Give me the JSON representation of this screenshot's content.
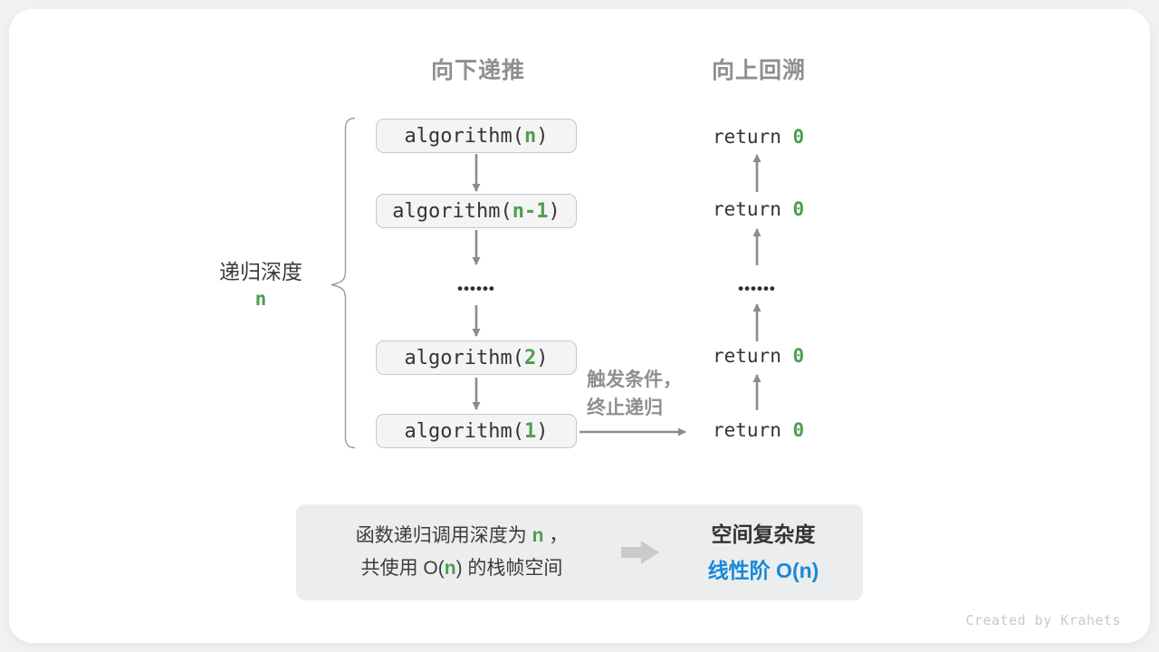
{
  "colors": {
    "green": "#4d9e50",
    "blue": "#1789d8",
    "gray_heading": "#8f8f8f",
    "dark_text": "#3c3c3c",
    "arrow_gray": "#8c8c8c"
  },
  "headers": {
    "recurse_down": "向下递推",
    "backtrack_up": "向上回溯"
  },
  "depth_label": {
    "text": "递归深度",
    "value": "n"
  },
  "call_stack": {
    "boxes": [
      {
        "pre": "algorithm(",
        "arg": "n",
        "post": ")"
      },
      {
        "pre": "algorithm(",
        "arg": "n-1",
        "post": ")"
      },
      {
        "pre": "algorithm(",
        "arg": "2",
        "post": ")"
      },
      {
        "pre": "algorithm(",
        "arg": "1",
        "post": ")"
      }
    ],
    "dots": "••••••"
  },
  "returns": {
    "items": [
      {
        "pre": "return ",
        "value": "0"
      },
      {
        "pre": "return ",
        "value": "0"
      },
      {
        "pre": "return ",
        "value": "0"
      },
      {
        "pre": "return ",
        "value": "0"
      }
    ],
    "dots": "••••••"
  },
  "termination_note": {
    "line1": "触发条件，",
    "line2": "终止递归"
  },
  "summary": {
    "line1_pre": "函数递归调用深度为 ",
    "line1_arg": "n",
    "line1_post": " ，",
    "line2_pre": "共使用 O(",
    "line2_arg": "n",
    "line2_post": ") 的栈帧空间",
    "result_title": "空间复杂度",
    "result_value": "线性阶 O(n)"
  },
  "watermark": "Created by Krahets"
}
